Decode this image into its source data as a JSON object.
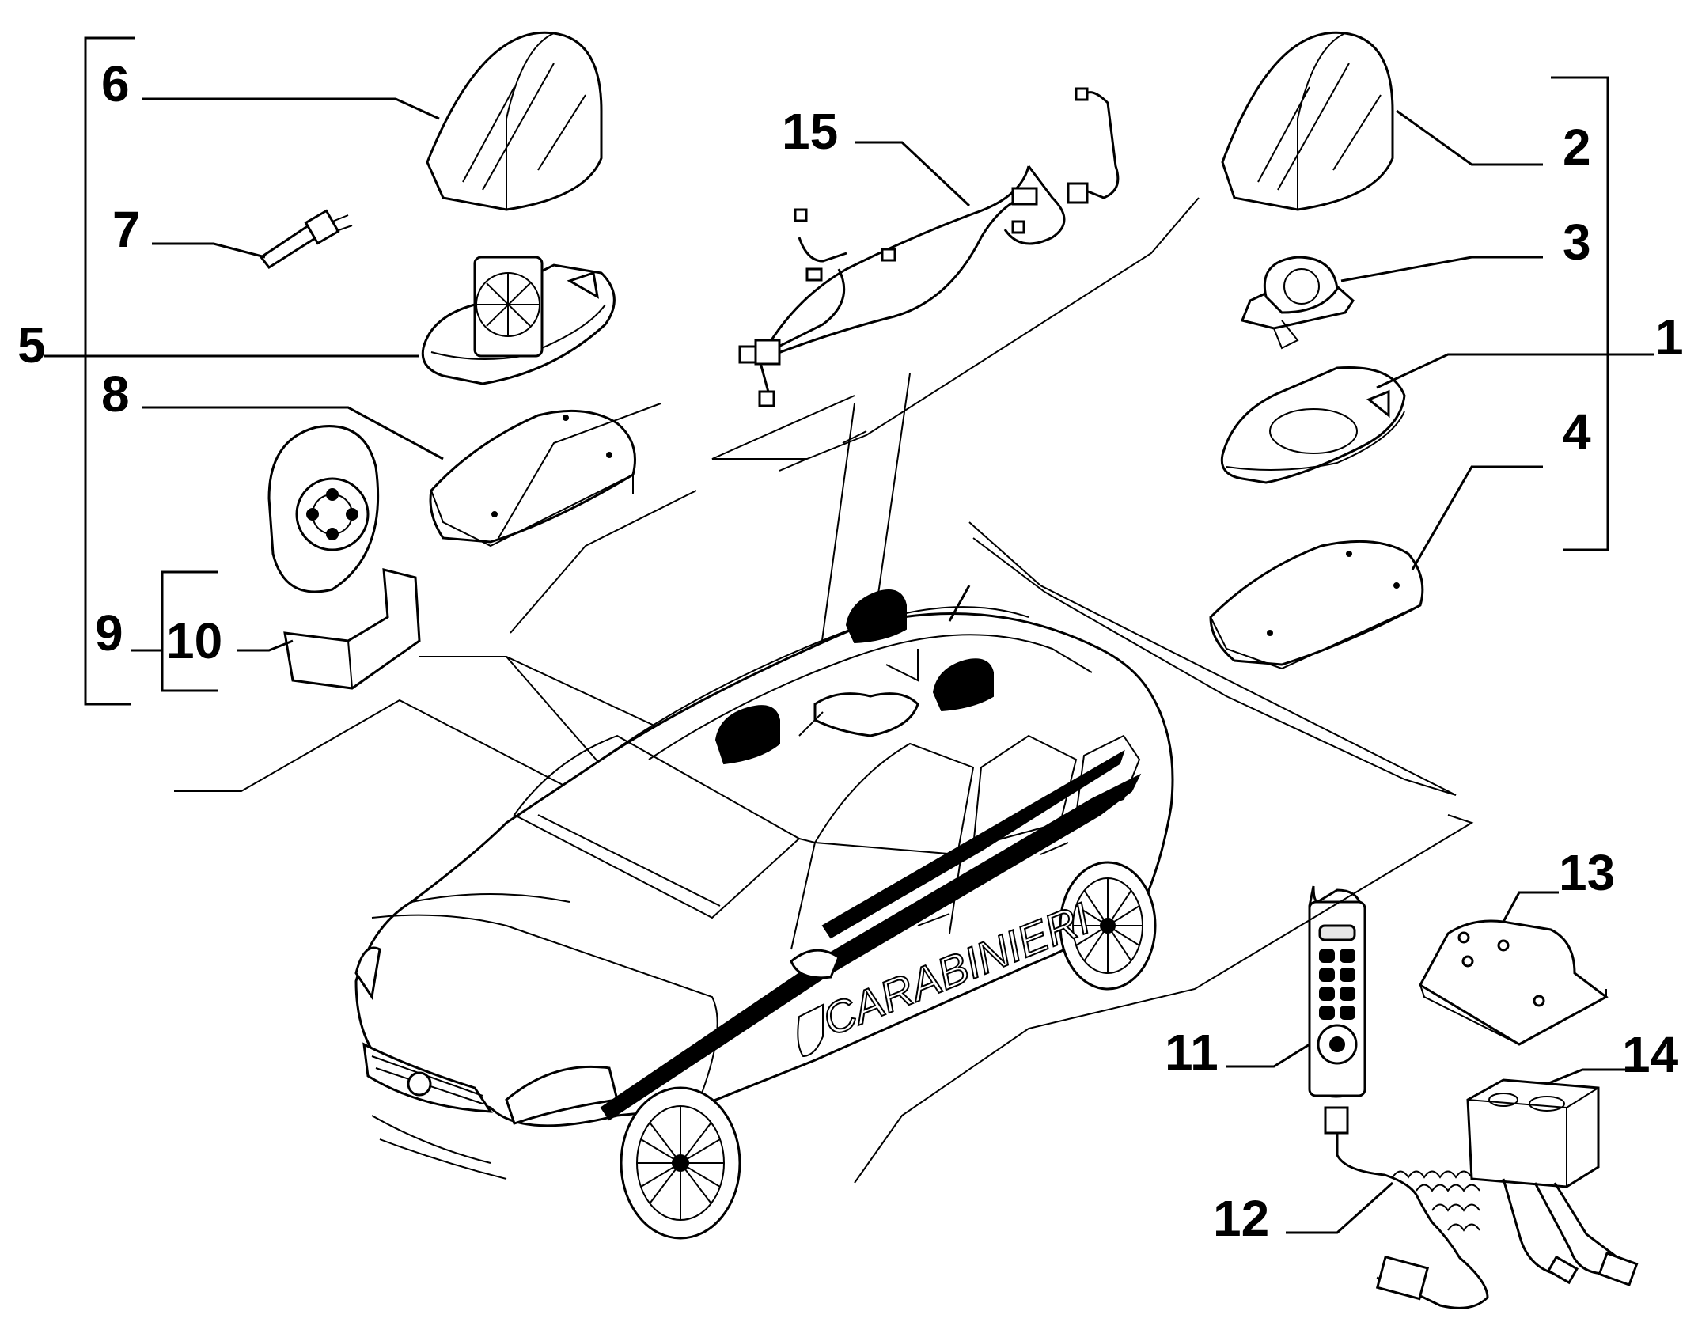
{
  "callouts": {
    "c1": "1",
    "c2": "2",
    "c3": "3",
    "c4": "4",
    "c5": "5",
    "c6": "6",
    "c7": "7",
    "c8": "8",
    "c9": "9",
    "c10": "10",
    "c11": "11",
    "c12": "12",
    "c13": "13",
    "c14": "14",
    "c15": "15"
  },
  "car_livery_text": "CARABINIERI"
}
